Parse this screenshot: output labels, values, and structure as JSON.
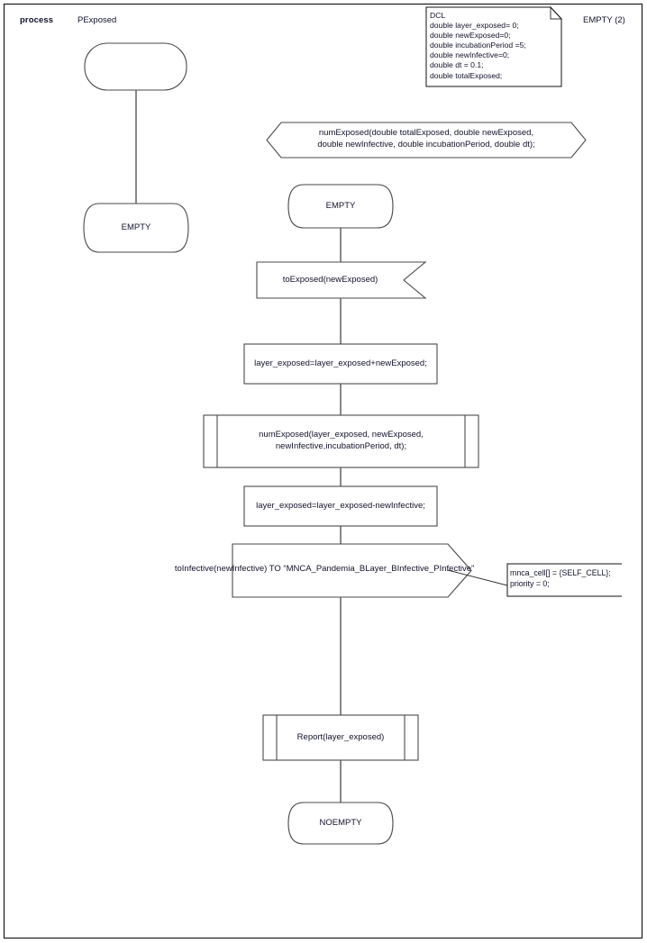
{
  "page": {
    "title_keyword": "process",
    "title_name": "PExposed",
    "page_ref": "EMPTY (2)"
  },
  "declaration": {
    "name": "dcl-block",
    "text": "DCL\ndouble layer_exposed= 0;\ndouble newExposed=0;\ndouble incubationPeriod =5;\ndouble newInfective=0;\ndouble dt = 0.1;\ndouble totalExposed;"
  },
  "procedure_declaration": {
    "name": "numExposed-signature",
    "text": "numExposed(double totalExposed, double newExposed,\ndouble newInfective, double incubationPeriod, double dt);"
  },
  "left_branch": {
    "start_symbol": "",
    "state": "EMPTY"
  },
  "main_branch": {
    "state_top": "EMPTY",
    "input": "toExposed(newExposed)",
    "task_1": "layer_exposed=layer_exposed+newExposed;",
    "procedure_call_1": "numExposed(layer_exposed, newExposed,\nnewInfective,incubationPeriod, dt);",
    "task_2": "layer_exposed=layer_exposed-newInfective;",
    "output": "toInfective(newInfective) TO “MNCA_Pandemia_BLayer_BInfective_PInfective”",
    "comment": "mnca_cell[] = {SELF_CELL};\npriority = 0;",
    "procedure_call_2": "Report(layer_exposed)",
    "state_bottom": "NOEMPTY"
  },
  "colors": {
    "page_border": "#000000",
    "shape_stroke": "#4a4a4a",
    "connector": "#555555",
    "text": "#12122b",
    "background": "#ffffff"
  }
}
